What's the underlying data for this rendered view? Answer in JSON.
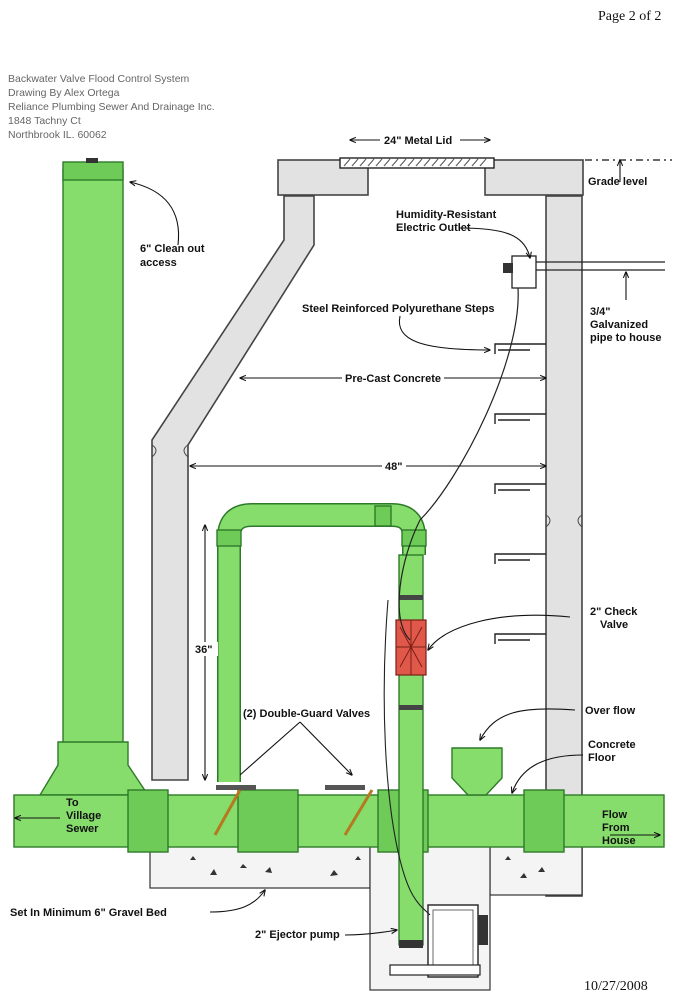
{
  "page_number": "Page 2 of 2",
  "date": "10/27/2008",
  "header": {
    "line1": "Backwater Valve Flood Control System",
    "line2": "Drawing By Alex Ortega",
    "line3": "Reliance Plumbing Sewer And Drainage Inc.",
    "line4": "1848 Tachny Ct",
    "line5": "Northbrook IL. 60062"
  },
  "labels": {
    "metal_lid": "24\" Metal Lid",
    "grade_level": "Grade level",
    "outlet_l1": "Humidity-Resistant",
    "outlet_l2": "Electric Outlet",
    "cleanout_l1": "6\" Clean out",
    "cleanout_l2": "access",
    "steps": "Steel Reinforced Polyurethane Steps",
    "galv_l1": "3/4\"",
    "galv_l2": "Galvanized",
    "galv_l3": "pipe to house",
    "precast": "Pre-Cast Concrete",
    "width_48": "48\"",
    "check_l1": "2\" Check",
    "check_l2": "Valve",
    "height_36": "36\"",
    "double_guard": "(2) Double-Guard Valves",
    "overflow": "Over flow",
    "floor_l1": "Concrete",
    "floor_l2": "Floor",
    "sewer_l1": "To",
    "sewer_l2": "Village",
    "sewer_l3": "Sewer",
    "flow_l1": "Flow",
    "flow_l2": "From",
    "flow_l3": "House",
    "gravel": "Set In Minimum 6\" Gravel Bed",
    "ejector": "2\" Ejector pump"
  },
  "colors": {
    "pipe_green": "#86dd6c",
    "pipe_outline": "#2f7a2a",
    "concrete": "#e2e2e2",
    "check_valve": "#e0584a"
  }
}
